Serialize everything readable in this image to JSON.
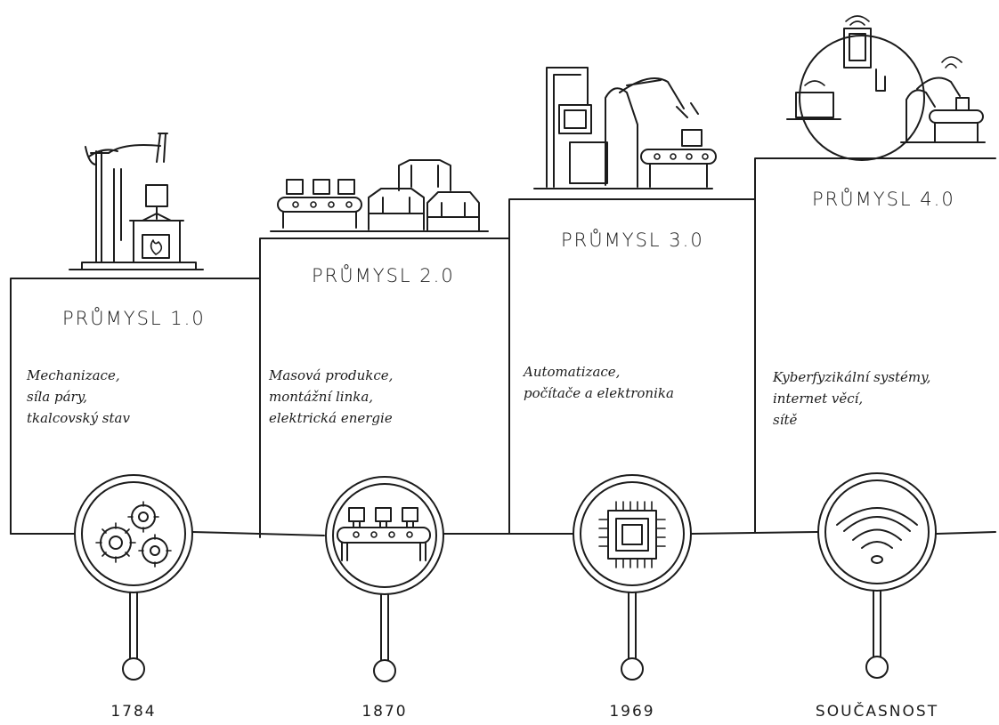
{
  "eras": [
    {
      "title": "PRŮMYSL 1.0",
      "desc": [
        "Mechanizace,",
        "síla páry,",
        "tkalcovský stav"
      ],
      "year": "1784",
      "icon": "gears-icon",
      "illustration": "steam-engine-illustration"
    },
    {
      "title": "PRŮMYSL 2.0",
      "desc": [
        "Masová produkce,",
        "montážní linka,",
        "elektrická energie"
      ],
      "year": "1870",
      "icon": "assembly-line-icon",
      "illustration": "assembly-line-cars-illustration"
    },
    {
      "title": "PRŮMYSL 3.0",
      "desc": [
        "Automatizace,",
        "počítače a elektronika"
      ],
      "year": "1969",
      "icon": "microchip-icon",
      "illustration": "robot-arm-computers-illustration"
    },
    {
      "title": "PRŮMYSL 4.0",
      "desc": [
        "Kyberfyzikální systémy,",
        "internet věcí,",
        "sítě"
      ],
      "year": "SOUČASNOST",
      "icon": "wifi-icon",
      "illustration": "connected-devices-illustration"
    }
  ],
  "colors": {
    "ink": "#1c1c1c",
    "background": "#ffffff"
  }
}
